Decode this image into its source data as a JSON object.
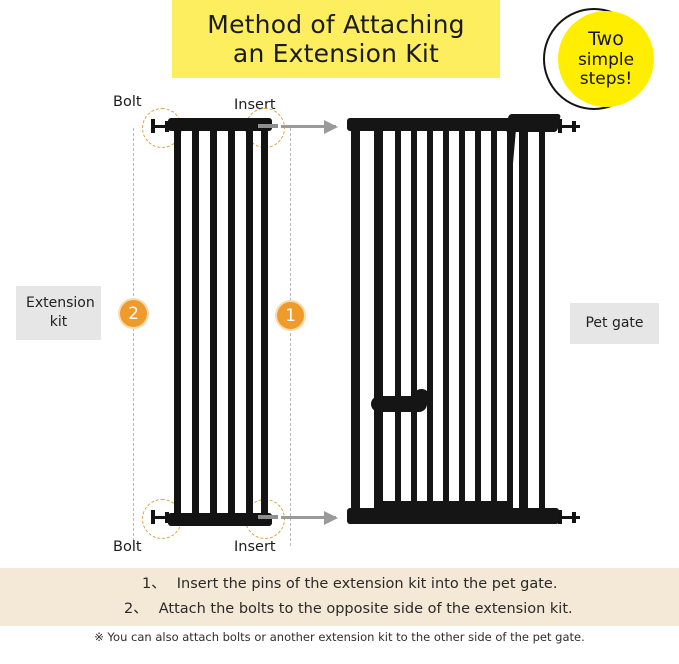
{
  "title": {
    "line1": "Method of Attaching",
    "line2": "an Extension Kit"
  },
  "badge": {
    "line1": "Two",
    "line2": "simple",
    "line3": "steps!"
  },
  "labels": {
    "extension_kit": "Extension\nkit",
    "extension_kit_line1": "Extension",
    "extension_kit_line2": "kit",
    "pet_gate": "Pet gate"
  },
  "callouts": {
    "bolt_top": "Bolt",
    "insert_top": "Insert",
    "bolt_bottom": "Bolt",
    "insert_bottom": "Insert"
  },
  "steps": {
    "step1_badge": "1",
    "step2_badge": "2"
  },
  "instructions": [
    {
      "num": "1、",
      "text": "Insert the pins of the extension kit into the pet gate."
    },
    {
      "num": "2、",
      "text": "Attach the bolts to the opposite side of the extension kit."
    }
  ],
  "footnote": "※ You can also attach bolts or another extension kit to the other side of the pet gate.",
  "colors": {
    "banner_yellow": "#FCEE5E",
    "badge_yellow": "#FFEE00",
    "step_orange": "#EE9B2C",
    "metal_black": "#151515",
    "label_gray": "#E6E6E6",
    "instruction_beige": "#F4E8D6",
    "highlight_dashed": "#D9A441",
    "arrow_gray": "#9A9A9A"
  }
}
